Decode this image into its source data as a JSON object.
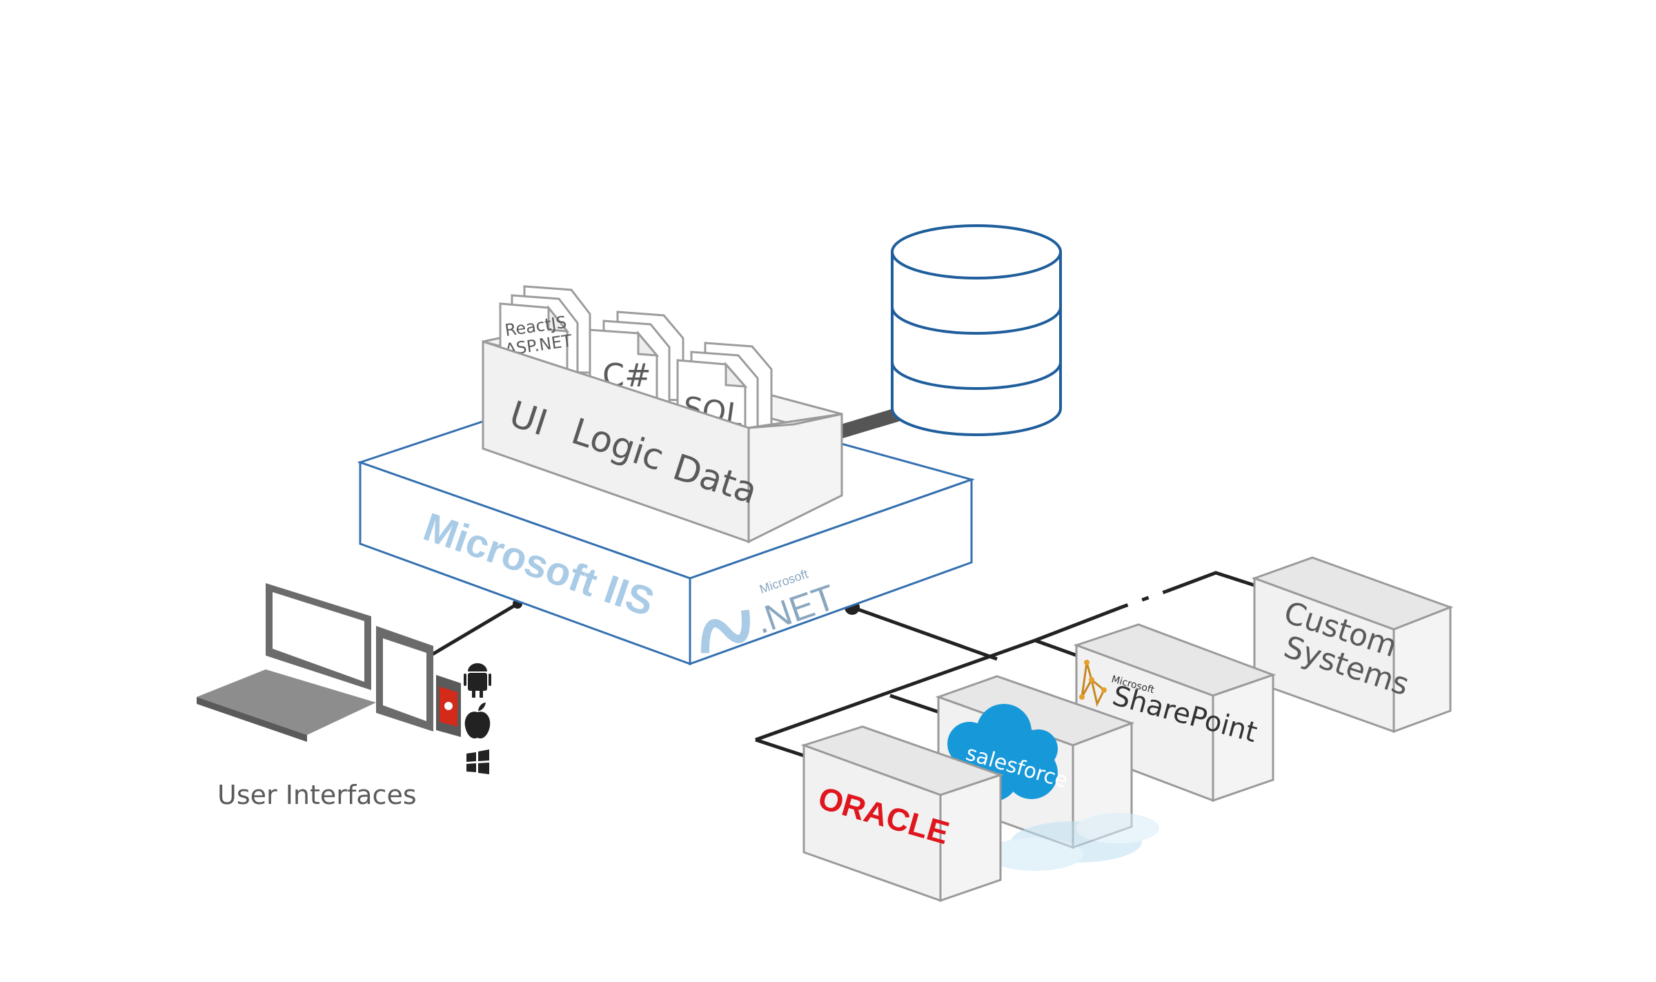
{
  "tiers": {
    "ui": "UI",
    "logic": "Logic",
    "data": "Data"
  },
  "documents": {
    "ui_doc_line1": "ReactJS",
    "ui_doc_line2": "ASP.NET",
    "logic_doc": "C#",
    "data_doc": "SQL"
  },
  "server": {
    "iis_label": "Microsoft IIS",
    "dotnet_small": "Microsoft",
    "dotnet_label": ".NET"
  },
  "clients": {
    "label": "User Interfaces",
    "platform_icons": [
      "android-icon",
      "apple-icon",
      "windows-icon"
    ]
  },
  "systems": {
    "oracle": "ORACLE",
    "salesforce": "salesforce",
    "sharepoint_small": "Microsoft",
    "sharepoint": "SharePoint",
    "custom_line1": "Custom",
    "custom_line2": "Systems"
  },
  "colors": {
    "iis_blue": "#3470b0",
    "iis_text": "#a9cbe6",
    "db_blue": "#1f5e9b",
    "oracle_red": "#e0161e",
    "salesforce_blue": "#1798d9"
  }
}
